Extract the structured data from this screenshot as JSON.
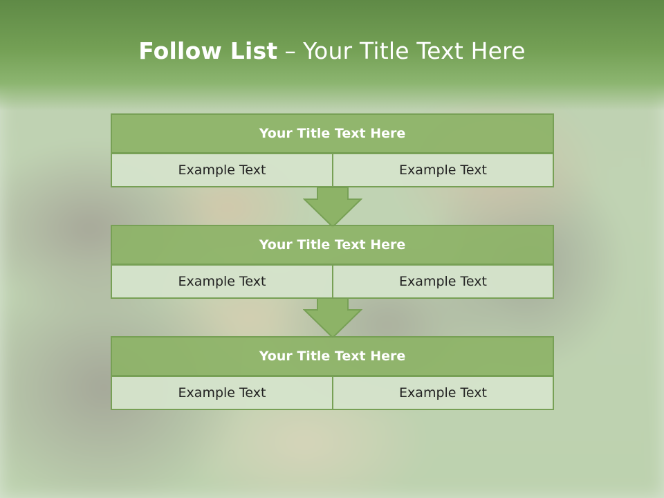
{
  "title": {
    "bold": "Follow List",
    "separator": "–",
    "rest": "Your Title Text Here"
  },
  "steps": [
    {
      "header": "Your Title Text Here",
      "left": "Example Text",
      "right": "Example Text"
    },
    {
      "header": "Your Title Text Here",
      "left": "Example Text",
      "right": "Example Text"
    },
    {
      "header": "Your Title Text Here",
      "left": "Example Text",
      "right": "Example Text"
    }
  ],
  "colors": {
    "accent_green": "#8db367",
    "border_green": "#77a055",
    "cell_fill": "#d4e3cb"
  },
  "icons": [
    "down-arrow-icon"
  ]
}
